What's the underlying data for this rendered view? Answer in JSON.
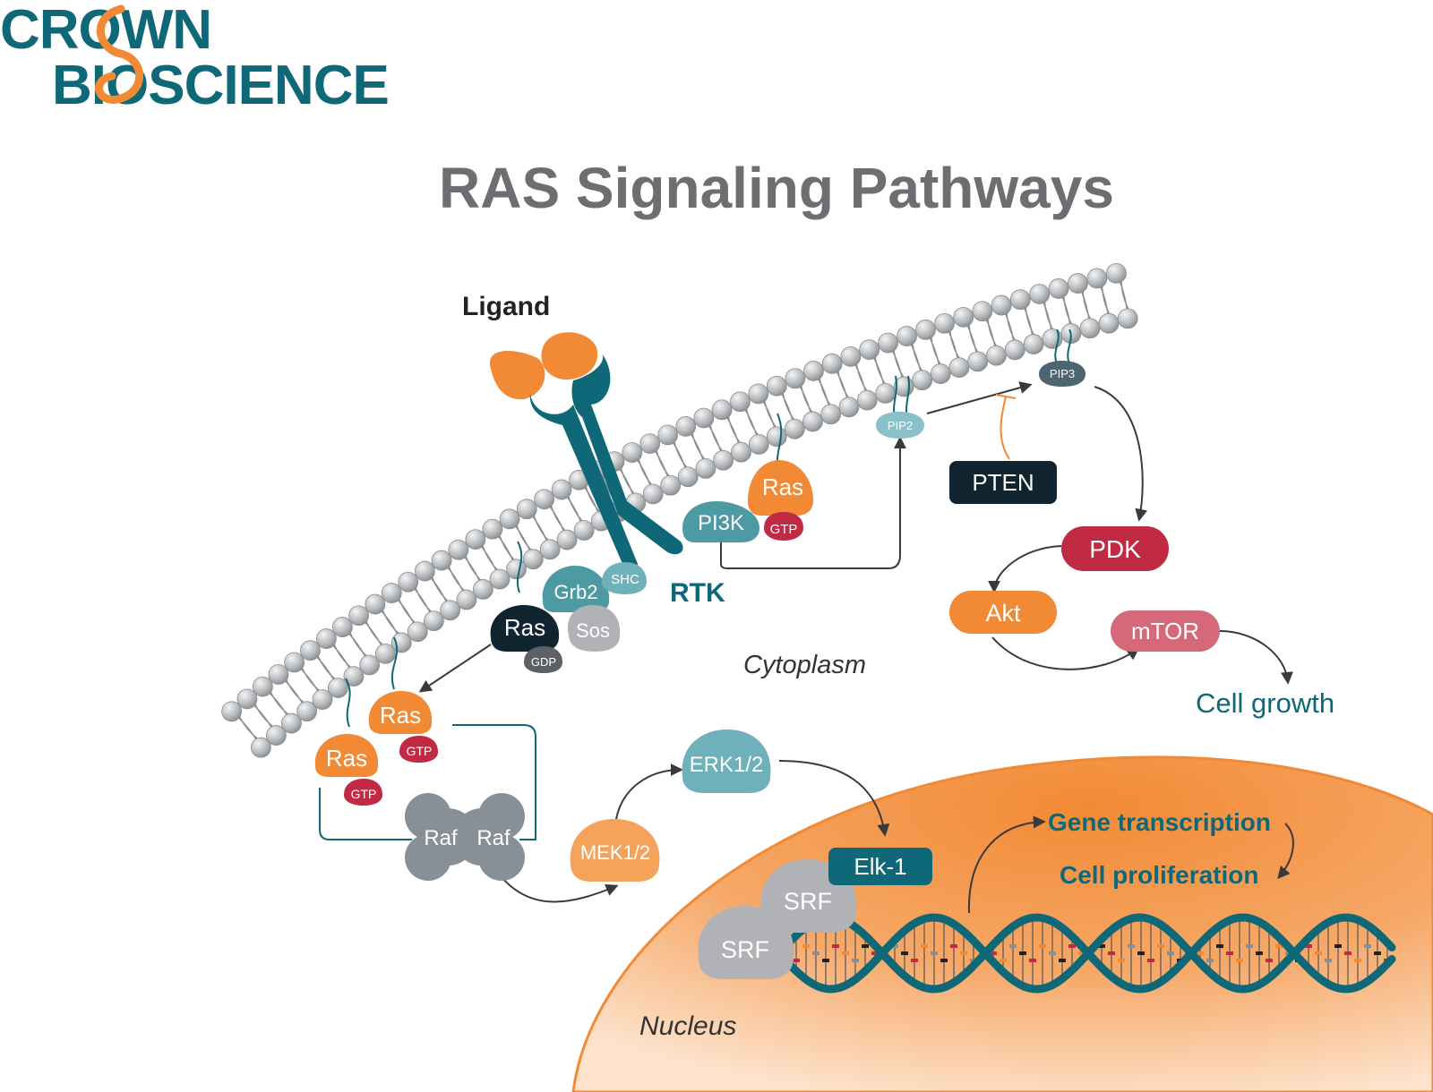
{
  "brand": {
    "line1": "CROWN",
    "line2": "BIOSCIENCE"
  },
  "title": "RAS Signaling Pathways",
  "labels": {
    "ligand": "Ligand",
    "rtk": "RTK",
    "cytoplasm": "Cytoplasm",
    "nucleus": "Nucleus",
    "cell_growth": "Cell growth",
    "gene_transcription": "Gene transcription",
    "cell_proliferation": "Cell proliferation"
  },
  "nodes": {
    "grb2": "Grb2",
    "shc": "SHC",
    "sos": "Sos",
    "ras_gdp": "Ras",
    "gdp": "GDP",
    "ras_top": "Ras",
    "gtp_top": "GTP",
    "pi3k": "PI3K",
    "pip2": "PIP2",
    "pip3": "PIP3",
    "pten": "PTEN",
    "pdk": "PDK",
    "akt": "Akt",
    "mtor": "mTOR",
    "ras_a": "Ras",
    "gtp_a": "GTP",
    "ras_b": "Ras",
    "gtp_b": "GTP",
    "raf_left": "Raf",
    "raf_right": "Raf",
    "mek": "MEK1/2",
    "erk": "ERK1/2",
    "elk": "Elk-1",
    "srf_top": "SRF",
    "srf_bottom": "SRF"
  },
  "colors": {
    "teal": "#0f6877",
    "teal_light": "#4e9aa3",
    "teal_pale": "#6fb1bb",
    "orange": "#f28a35",
    "orange_light": "#f5a35b",
    "red": "#c02a43",
    "pink": "#d5697a",
    "navy": "#10252f",
    "gray": "#888f95",
    "gray_light": "#b0b2b5",
    "title_gray": "#6d6e71"
  }
}
